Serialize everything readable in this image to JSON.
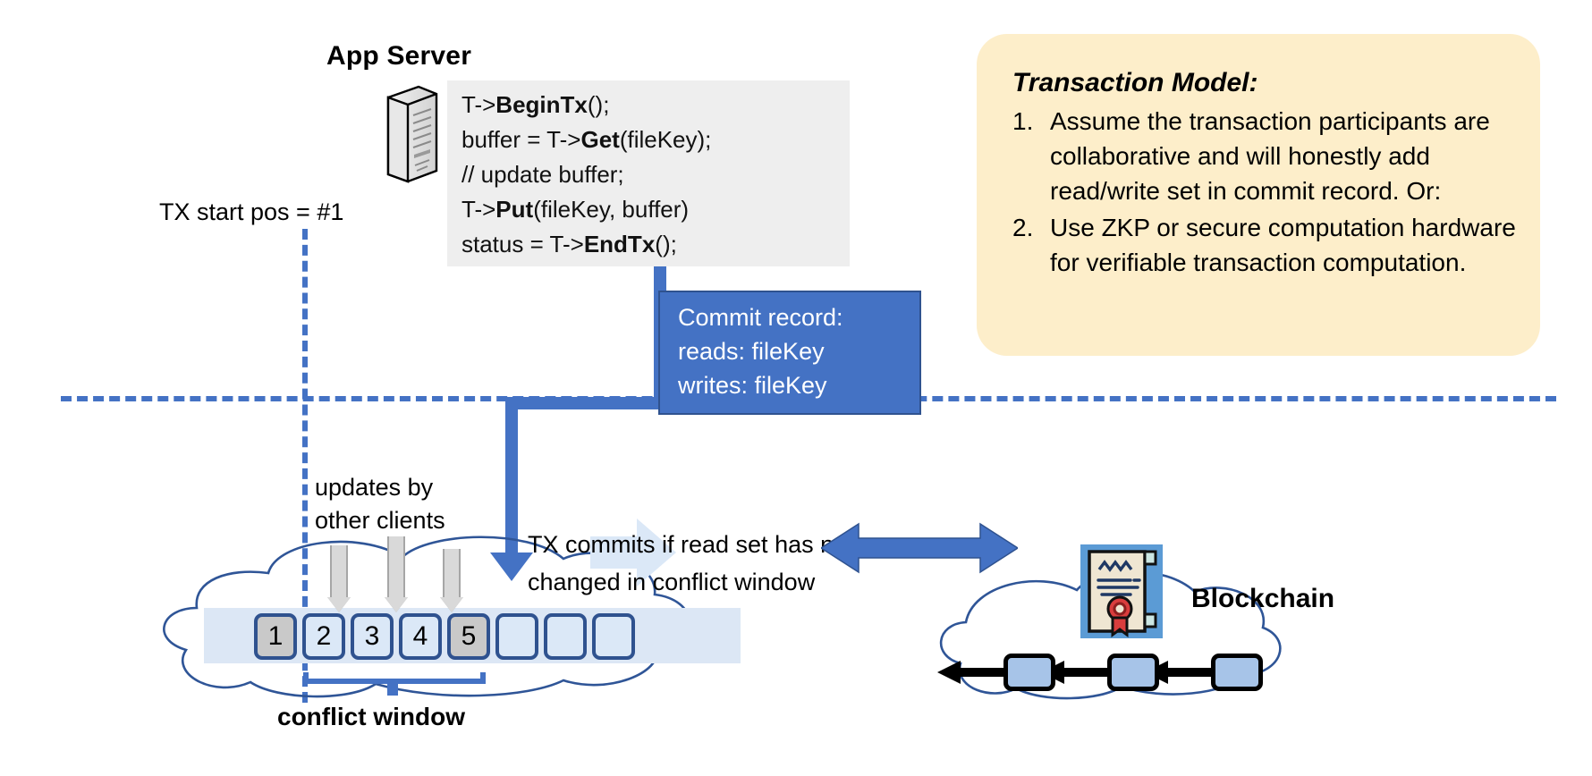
{
  "app_server": {
    "title": "App Server",
    "icon": "server-tower-icon",
    "code_lines": [
      {
        "pre": "T->",
        "bold": "BeginTx",
        "post": "();"
      },
      {
        "pre": "buffer = T->",
        "bold": "Get",
        "post": "(fileKey);"
      },
      {
        "pre": "// update buffer;",
        "bold": "",
        "post": ""
      },
      {
        "pre": "T->",
        "bold": "Put",
        "post": "(fileKey, buffer)"
      },
      {
        "pre": "status = T->",
        "bold": "EndTx",
        "post": "();"
      }
    ]
  },
  "commit_record": {
    "title": "Commit record:",
    "reads": "reads: fileKey",
    "writes": "writes: fileKey",
    "fill": "#4472c4"
  },
  "note": {
    "title": "Transaction Model:",
    "items": [
      {
        "num": "1.",
        "text": "Assume the transaction participants are collaborative and will honestly add read/write set in commit record.  Or:"
      },
      {
        "num": "2.",
        "text": "Use ZKP or secure computation hardware for verifiable transaction computation."
      }
    ],
    "fill": "#fdeeca"
  },
  "log": {
    "tx_start_label": "TX start pos = #1",
    "updates_label_line1": "updates by",
    "updates_label_line2": "other clients",
    "tx_commits_line1": "TX commits if read set has not",
    "tx_commits_line2": "changed in conflict window",
    "conflict_window_label": "conflict window",
    "entries": [
      {
        "label": "1",
        "state": "filled"
      },
      {
        "label": "2",
        "state": "empty"
      },
      {
        "label": "3",
        "state": "empty"
      },
      {
        "label": "4",
        "state": "empty"
      },
      {
        "label": "5",
        "state": "filled"
      },
      {
        "label": "",
        "state": "empty"
      },
      {
        "label": "",
        "state": "empty"
      },
      {
        "label": "",
        "state": "empty"
      }
    ]
  },
  "blockchain": {
    "label": "Blockchain",
    "cert_icon": "certificate-seal-icon",
    "blocks": [
      "",
      "",
      ""
    ]
  },
  "colors": {
    "accent_blue": "#4472c4",
    "dark_blue": "#2f528f",
    "light_blue_fill": "#dbe8f7",
    "gray_fill": "#c9c9c9",
    "note_yellow": "#fdeeca",
    "code_panel_gray": "#eeeeee"
  }
}
